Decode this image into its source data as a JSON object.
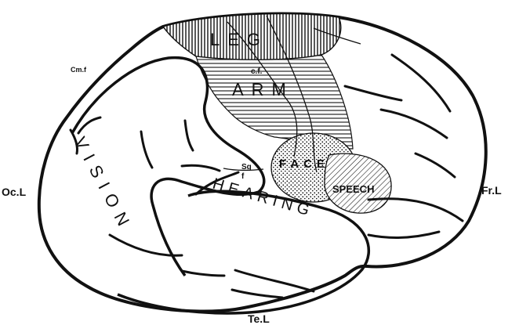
{
  "labels": {
    "leg": "LEG",
    "arm": "ARM",
    "cf": "c.f.",
    "face": "FACE",
    "speech": "SPEECH",
    "vision": "VISION",
    "hearing": "HEARING",
    "sg": "Sg",
    "f": "f",
    "cm_f": "Cm.f",
    "oc_l": "Oc.L",
    "fr_l": "Fr.L",
    "te_l": "Te.L"
  },
  "colors": {
    "ink": "#111111",
    "paper": "#ffffff"
  }
}
